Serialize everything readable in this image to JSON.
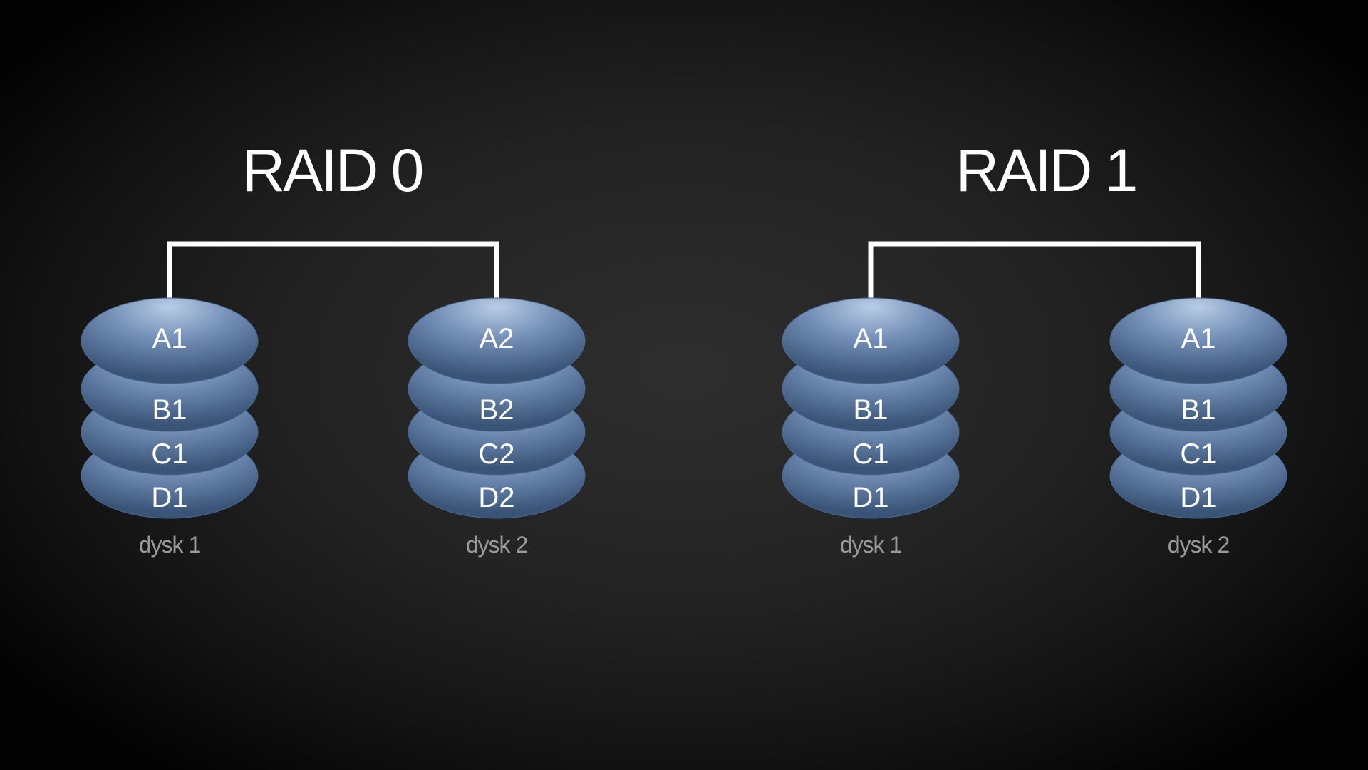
{
  "colors": {
    "background": "#232323",
    "platter_light": "#b9cde6",
    "platter_mid": "#7591b8",
    "platter_dark": "#3a5478",
    "connector": "#ffffff",
    "disk_label": "#9a9a9a"
  },
  "arrays": [
    {
      "title": "RAID 0",
      "disks": [
        {
          "label": "dysk 1",
          "blocks": [
            "A1",
            "B1",
            "C1",
            "D1"
          ]
        },
        {
          "label": "dysk 2",
          "blocks": [
            "A2",
            "B2",
            "C2",
            "D2"
          ]
        }
      ]
    },
    {
      "title": "RAID 1",
      "disks": [
        {
          "label": "dysk 1",
          "blocks": [
            "A1",
            "B1",
            "C1",
            "D1"
          ]
        },
        {
          "label": "dysk 2",
          "blocks": [
            "A1",
            "B1",
            "C1",
            "D1"
          ]
        }
      ]
    }
  ]
}
